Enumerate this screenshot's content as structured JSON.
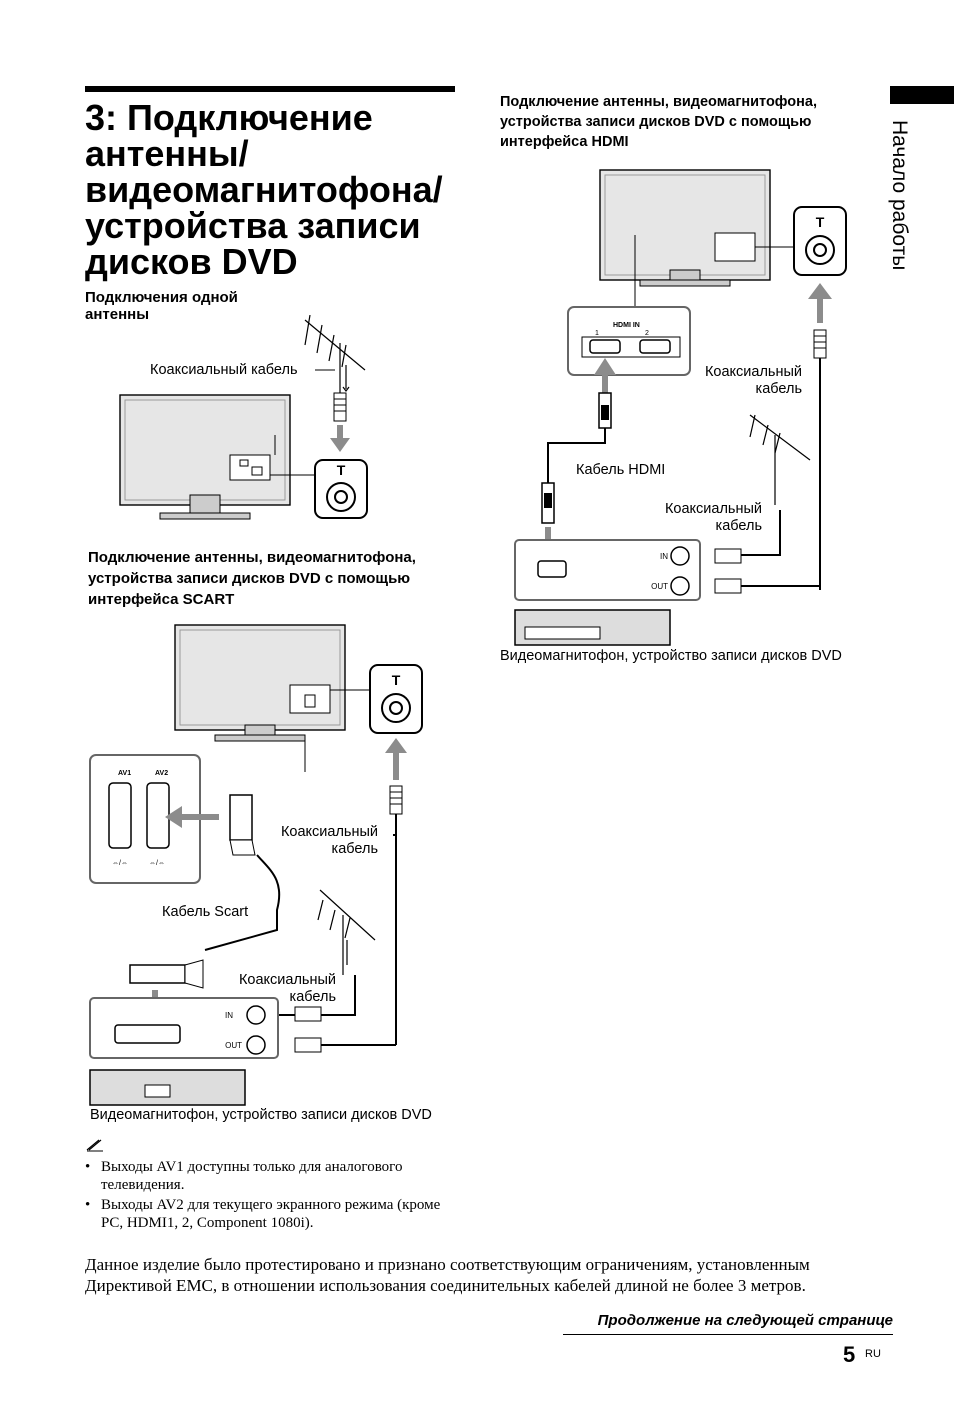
{
  "header": {
    "title": "3: Подключение антенны/ видеомагнитофона/ устройства записи дисков DVD",
    "side_tab": "Начало работы"
  },
  "single_antenna": {
    "heading": "Подключения одной антенны",
    "coax_label": "Коаксиальный кабель"
  },
  "scart": {
    "heading": "Подключение антенны, видеомагнитофона, устройства записи дисков DVD с помощью интерфейса SCART",
    "coax_label_1": "Коаксиальный",
    "coax_label_2": "кабель",
    "scart_label": "Кабель Scart",
    "coax2_label_1": "Коаксиальный",
    "coax2_label_2": "кабель",
    "device_caption": "Видеомагнитофон, устройство записи дисков DVD",
    "av1": "AV1",
    "av2": "AV2",
    "in": "IN",
    "out": "OUT"
  },
  "hdmi": {
    "heading": "Подключение антенны, видеомагнитофона, устройства записи дисков DVD с помощью интерфейса HDMI",
    "coax_label_1": "Коаксиальный",
    "coax_label_2": "кабель",
    "hdmi_label": "Кабель HDMI",
    "coax2_label_1": "Коаксиальный",
    "coax2_label_2": "кабель",
    "device_caption": "Видеомагнитофон, устройство записи дисков DVD",
    "hdmi_in": "HDMI IN",
    "port1": "1",
    "port2": "2",
    "in": "IN",
    "out": "OUT"
  },
  "notes": {
    "icon": "pencil-note-icon",
    "items": [
      "Выходы AV1 доступны только для аналогового телевидения.",
      "Выходы AV2 для текущего экранного режима (кроме PC, HDMI1, 2, Component 1080i)."
    ]
  },
  "emc_text": "Данное изделие было протестировано и признано соответствующим ограничениям, установленным Директивой EMC, в отношении использования соединительных кабелей длиной не более 3 метров.",
  "footer": {
    "continued": "Продолжение на следующей странице",
    "page_number": "5",
    "lang": "RU"
  },
  "colors": {
    "arrow": "#8c8c8c",
    "device_outline": "#666666",
    "tv_fill": "#e6e6e6"
  }
}
